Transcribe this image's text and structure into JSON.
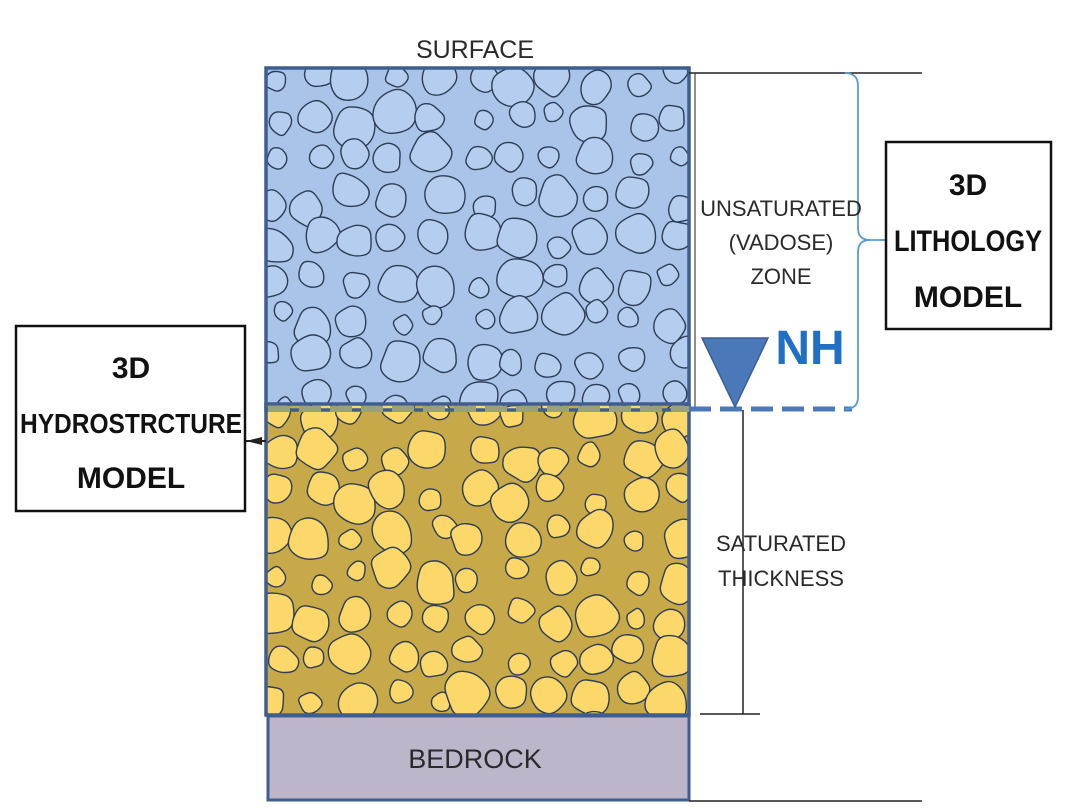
{
  "labels": {
    "surface": "SURFACE",
    "unsaturated_line1": "UNSATURATED",
    "unsaturated_line2": "(VADOSE)",
    "unsaturated_line3": "ZONE",
    "nh": "NH",
    "saturated_line1": "SATURATED",
    "saturated_line2": "THICKNESS",
    "bedrock": "BEDROCK"
  },
  "boxes": {
    "hydro": {
      "line1": "3D",
      "line2": "HYDROSTRCTURE",
      "line3": "MODEL"
    },
    "lithology": {
      "line1": "3D",
      "line2": "LITHOLOGY",
      "line3": "MODEL"
    }
  },
  "colors": {
    "unsaturated_fill": "#a9c4e8",
    "unsaturated_grain": "#b5cdee",
    "saturated_fill": "#c8a94a",
    "saturated_grain": "#fcd76a",
    "grain_outline": "#2d3d55",
    "bedrock_fill": "#bdb5c9",
    "frame": "#3f5e8f",
    "water_table": "#4a78b8",
    "bracket": "#5b9bd5",
    "nh_text": "#1f6fc4"
  },
  "icons": {
    "water_table_marker": "inverted-triangle-icon"
  }
}
